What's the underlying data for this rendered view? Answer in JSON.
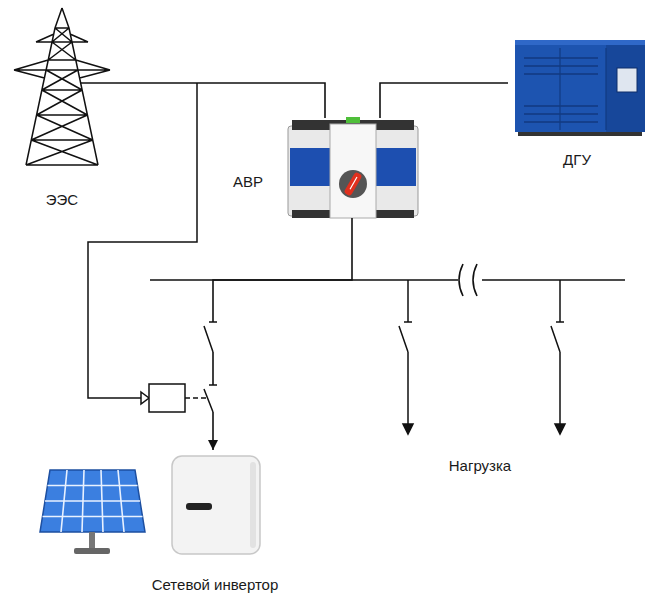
{
  "diagram": {
    "nodes": [
      {
        "text": [
          "ЭЭС"
        ]
      },
      {
        "text": [
          "АВР"
        ]
      },
      {
        "text": [
          "ДГУ"
        ]
      },
      {
        "text": [
          "Сетевой инвертор"
        ]
      }
    ],
    "edges": [
      {
        "from": 0,
        "to": 1,
        "arrow": "none"
      },
      {
        "from": 2,
        "to": 1,
        "arrow": "none"
      },
      {
        "from": 1,
        "to": 3,
        "arrow": "to"
      }
    ],
    "labels": [
      "Нагрузка"
    ]
  }
}
